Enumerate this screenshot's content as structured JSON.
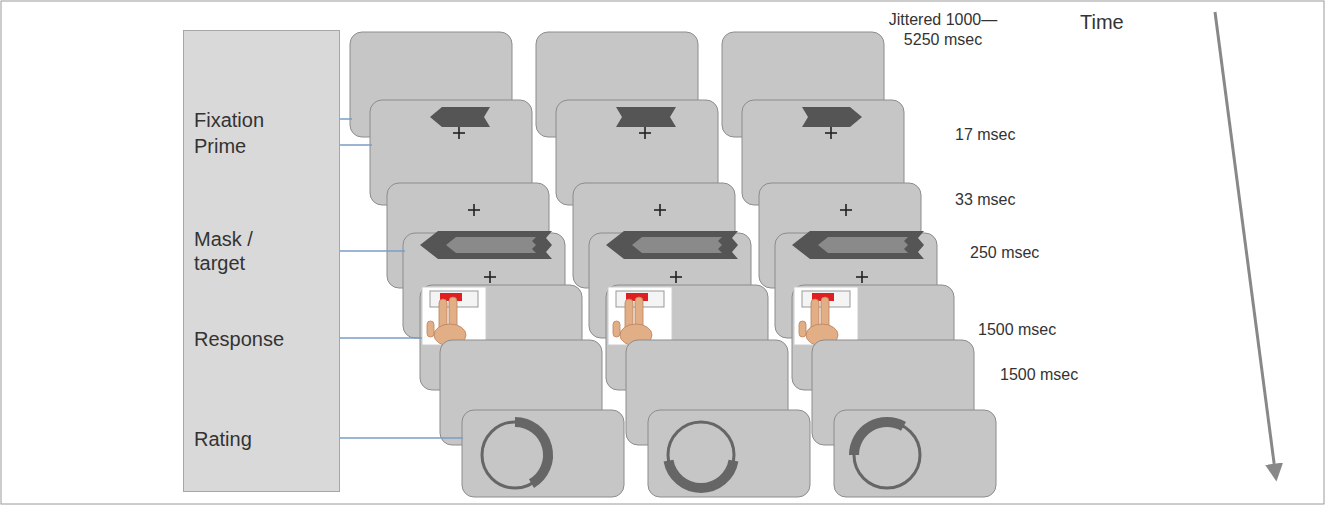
{
  "diagram": {
    "nodes": [
      {
        "text": [
          "Fixation",
          "Prime",
          "Mask / target",
          "Response",
          "Rating"
        ]
      }
    ],
    "labels": [
      "Jittered 1000—5250 msec",
      "17 msec",
      "33 msec",
      "250 msec",
      "1500 msec",
      "1500 msec",
      "Time"
    ]
  }
}
